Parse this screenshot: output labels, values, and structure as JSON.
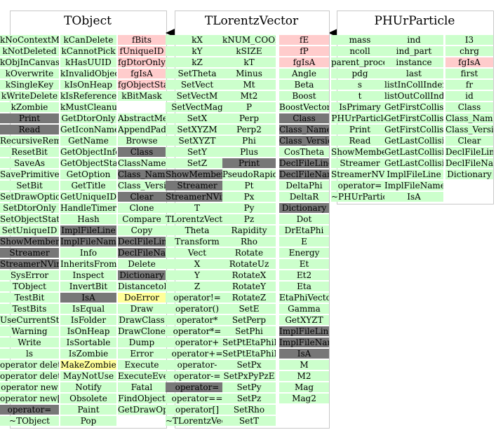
{
  "classes": {
    "tobject": {
      "title": "TObject",
      "col1": [
        [
          "kNoContextMenu",
          "g"
        ],
        [
          "kNotDeleted",
          "g"
        ],
        [
          "kObjInCanvas",
          "g"
        ],
        [
          "kOverwrite",
          "g"
        ],
        [
          "kSingleKey",
          "g"
        ],
        [
          "kWriteDelete",
          "g"
        ],
        [
          "kZombie",
          "g"
        ],
        [
          "Print",
          "d"
        ],
        [
          "Read",
          "d"
        ],
        [
          "RecursiveRemove",
          "g"
        ],
        [
          "ResetBit",
          "g"
        ],
        [
          "SaveAs",
          "g"
        ],
        [
          "SavePrimitive",
          "g"
        ],
        [
          "SetBit",
          "g"
        ],
        [
          "SetDrawOption",
          "g"
        ],
        [
          "SetDtorOnly",
          "g"
        ],
        [
          "SetObjectStat",
          "g"
        ],
        [
          "SetUniqueID",
          "g"
        ],
        [
          "ShowMembers",
          "d"
        ],
        [
          "Streamer",
          "d"
        ],
        [
          "StreamerNVirtual",
          "d"
        ],
        [
          "SysError",
          "g"
        ],
        [
          "TObject",
          "g"
        ],
        [
          "TestBit",
          "g"
        ],
        [
          "TestBits",
          "g"
        ],
        [
          "UseCurrentStyle",
          "g"
        ],
        [
          "Warning",
          "g"
        ],
        [
          "Write",
          "g"
        ],
        [
          "ls",
          "g"
        ],
        [
          "operator delete",
          "g"
        ],
        [
          "operator delete[]",
          "g"
        ],
        [
          "operator new",
          "g"
        ],
        [
          "operator new[]",
          "g"
        ],
        [
          "operator=",
          "d"
        ],
        [
          "~TObject",
          "g"
        ]
      ],
      "col2": [
        [
          "kCanDelete",
          "g"
        ],
        [
          "kCannotPick",
          "g"
        ],
        [
          "kHasUUID",
          "g"
        ],
        [
          "kInvalidObject",
          "g"
        ],
        [
          "kIsOnHeap",
          "g"
        ],
        [
          "kIsReferenced",
          "g"
        ],
        [
          "kMustCleanup",
          "g"
        ],
        [
          "GetDtorOnly",
          "g"
        ],
        [
          "GetIconName",
          "g"
        ],
        [
          "GetName",
          "g"
        ],
        [
          "GetObjectInfo",
          "g"
        ],
        [
          "GetObjectStat",
          "g"
        ],
        [
          "GetOption",
          "g"
        ],
        [
          "GetTitle",
          "g"
        ],
        [
          "GetUniqueID",
          "g"
        ],
        [
          "HandleTimer",
          "g"
        ],
        [
          "Hash",
          "g"
        ],
        [
          "ImplFileLine",
          "d"
        ],
        [
          "ImplFileName",
          "d"
        ],
        [
          "Info",
          "g"
        ],
        [
          "InheritsFrom",
          "g"
        ],
        [
          "Inspect",
          "g"
        ],
        [
          "InvertBit",
          "g"
        ],
        [
          "IsA",
          "d"
        ],
        [
          "IsEqual",
          "g"
        ],
        [
          "IsFolder",
          "g"
        ],
        [
          "IsOnHeap",
          "g"
        ],
        [
          "IsSortable",
          "g"
        ],
        [
          "IsZombie",
          "g"
        ],
        [
          "MakeZombie",
          "y"
        ],
        [
          "MayNotUse",
          "g"
        ],
        [
          "Notify",
          "g"
        ],
        [
          "Obsolete",
          "g"
        ],
        [
          "Paint",
          "g"
        ],
        [
          "Pop",
          "g"
        ]
      ],
      "col3": [
        [
          "fBits",
          "p"
        ],
        [
          "fUniqueID",
          "p"
        ],
        [
          "fgDtorOnly",
          "p"
        ],
        [
          "fgIsA",
          "p"
        ],
        [
          "fgObjectStat",
          "p"
        ],
        [
          "kBitMask",
          "g"
        ],
        [
          "",
          "w"
        ],
        [
          "AbstractMethod",
          "g"
        ],
        [
          "AppendPad",
          "g"
        ],
        [
          "Browse",
          "g"
        ],
        [
          "Class",
          "d"
        ],
        [
          "ClassName",
          "g"
        ],
        [
          "Class_Name",
          "d"
        ],
        [
          "Class_Version",
          "g"
        ],
        [
          "Clear",
          "d"
        ],
        [
          "Clone",
          "g"
        ],
        [
          "Compare",
          "g"
        ],
        [
          "Copy",
          "g"
        ],
        [
          "DeclFileLine",
          "d"
        ],
        [
          "DeclFileName",
          "d"
        ],
        [
          "Delete",
          "g"
        ],
        [
          "Dictionary",
          "d"
        ],
        [
          "DistancetoPrimitive",
          "g"
        ],
        [
          "DoError",
          "y"
        ],
        [
          "Draw",
          "g"
        ],
        [
          "DrawClass",
          "g"
        ],
        [
          "DrawClone",
          "g"
        ],
        [
          "Dump",
          "g"
        ],
        [
          "Error",
          "g"
        ],
        [
          "Execute",
          "g"
        ],
        [
          "ExecuteEvent",
          "g"
        ],
        [
          "Fatal",
          "g"
        ],
        [
          "FindObject",
          "g"
        ],
        [
          "GetDrawOption",
          "g"
        ]
      ]
    },
    "tlorentz": {
      "title": "TLorentzVector",
      "col1": [
        [
          "kX",
          "g"
        ],
        [
          "kY",
          "g"
        ],
        [
          "kZ",
          "g"
        ],
        [
          "SetTheta",
          "g"
        ],
        [
          "SetVect",
          "g"
        ],
        [
          "SetVectM",
          "g"
        ],
        [
          "SetVectMag",
          "g"
        ],
        [
          "SetX",
          "g"
        ],
        [
          "SetXYZM",
          "g"
        ],
        [
          "SetXYZT",
          "g"
        ],
        [
          "SetY",
          "g"
        ],
        [
          "SetZ",
          "g"
        ],
        [
          "ShowMembers",
          "d"
        ],
        [
          "Streamer",
          "d"
        ],
        [
          "StreamerNVirtual",
          "d"
        ],
        [
          "T",
          "g"
        ],
        [
          "TLorentzVector",
          "g"
        ],
        [
          "Theta",
          "g"
        ],
        [
          "Transform",
          "g"
        ],
        [
          "Vect",
          "g"
        ],
        [
          "X",
          "g"
        ],
        [
          "Y",
          "g"
        ],
        [
          "Z",
          "g"
        ],
        [
          "operator!=",
          "g"
        ],
        [
          "operator()",
          "g"
        ],
        [
          "operator*",
          "g"
        ],
        [
          "operator*=",
          "g"
        ],
        [
          "operator+",
          "g"
        ],
        [
          "operator+=",
          "g"
        ],
        [
          "operator-",
          "g"
        ],
        [
          "operator-=",
          "g"
        ],
        [
          "operator=",
          "d"
        ],
        [
          "operator==",
          "g"
        ],
        [
          "operator[]",
          "g"
        ],
        [
          "~TLorentzVector",
          "g"
        ]
      ],
      "col2": [
        [
          "kNUM_COORDINATES",
          "g"
        ],
        [
          "kSIZE",
          "g"
        ],
        [
          "kT",
          "g"
        ],
        [
          "Minus",
          "g"
        ],
        [
          "Mt",
          "g"
        ],
        [
          "Mt2",
          "g"
        ],
        [
          "P",
          "g"
        ],
        [
          "Perp",
          "g"
        ],
        [
          "Perp2",
          "g"
        ],
        [
          "Phi",
          "g"
        ],
        [
          "Plus",
          "g"
        ],
        [
          "Print",
          "d"
        ],
        [
          "PseudoRapidity",
          "g"
        ],
        [
          "Pt",
          "g"
        ],
        [
          "Px",
          "g"
        ],
        [
          "Py",
          "g"
        ],
        [
          "Pz",
          "g"
        ],
        [
          "Rapidity",
          "g"
        ],
        [
          "Rho",
          "g"
        ],
        [
          "Rotate",
          "g"
        ],
        [
          "RotateUz",
          "g"
        ],
        [
          "RotateX",
          "g"
        ],
        [
          "RotateY",
          "g"
        ],
        [
          "RotateZ",
          "g"
        ],
        [
          "SetE",
          "g"
        ],
        [
          "SetPerp",
          "g"
        ],
        [
          "SetPhi",
          "g"
        ],
        [
          "SetPtEtaPhiE",
          "g"
        ],
        [
          "SetPtEtaPhiM",
          "g"
        ],
        [
          "SetPx",
          "g"
        ],
        [
          "SetPxPyPzE",
          "g"
        ],
        [
          "SetPy",
          "g"
        ],
        [
          "SetPz",
          "g"
        ],
        [
          "SetRho",
          "g"
        ],
        [
          "SetT",
          "g"
        ]
      ],
      "col3": [
        [
          "fE",
          "p"
        ],
        [
          "fP",
          "p"
        ],
        [
          "fgIsA",
          "p"
        ],
        [
          "Angle",
          "g"
        ],
        [
          "Beta",
          "g"
        ],
        [
          "Boost",
          "g"
        ],
        [
          "BoostVector",
          "g"
        ],
        [
          "Class",
          "d"
        ],
        [
          "Class_Name",
          "d"
        ],
        [
          "Class_Version",
          "d"
        ],
        [
          "CosTheta",
          "g"
        ],
        [
          "DeclFileLine",
          "d"
        ],
        [
          "DeclFileName",
          "d"
        ],
        [
          "DeltaPhi",
          "g"
        ],
        [
          "DeltaR",
          "g"
        ],
        [
          "Dictionary",
          "d"
        ],
        [
          "Dot",
          "g"
        ],
        [
          "DrEtaPhi",
          "g"
        ],
        [
          "E",
          "g"
        ],
        [
          "Energy",
          "g"
        ],
        [
          "Et",
          "g"
        ],
        [
          "Et2",
          "g"
        ],
        [
          "Eta",
          "g"
        ],
        [
          "EtaPhiVector",
          "g"
        ],
        [
          "Gamma",
          "g"
        ],
        [
          "GetXYZT",
          "g"
        ],
        [
          "ImplFileLine",
          "d"
        ],
        [
          "ImplFileName",
          "d"
        ],
        [
          "IsA",
          "d"
        ],
        [
          "M",
          "g"
        ],
        [
          "M2",
          "g"
        ],
        [
          "Mag",
          "g"
        ],
        [
          "Mag2",
          "g"
        ]
      ]
    },
    "phur": {
      "title": "PHUrParticle",
      "col1": [
        [
          "mass",
          "g"
        ],
        [
          "ncoll",
          "g"
        ],
        [
          "parent_process",
          "g"
        ],
        [
          "pdg",
          "g"
        ],
        [
          "s",
          "g"
        ],
        [
          "t",
          "g"
        ],
        [
          "IsPrimary",
          "g"
        ],
        [
          "PHUrParticle",
          "g"
        ],
        [
          "Print",
          "g"
        ],
        [
          "Read",
          "g"
        ],
        [
          "ShowMembers",
          "g"
        ],
        [
          "Streamer",
          "g"
        ],
        [
          "StreamerNVirtual",
          "g"
        ],
        [
          "operator=",
          "g"
        ],
        [
          "~PHUrParticle",
          "g"
        ]
      ],
      "col2": [
        [
          "ind",
          "g"
        ],
        [
          "ind_part",
          "g"
        ],
        [
          "instance",
          "g"
        ],
        [
          "last",
          "g"
        ],
        [
          "listInCollIndex",
          "g"
        ],
        [
          "listOutCollIndex",
          "g"
        ],
        [
          "GetFirstCollision",
          "g"
        ],
        [
          "GetFirstCollisionInput",
          "g"
        ],
        [
          "GetFirstCollisionOutput",
          "g"
        ],
        [
          "GetLastCollision",
          "g"
        ],
        [
          "GetLastCollisionInput",
          "g"
        ],
        [
          "GetLastCollisionOutput",
          "g"
        ],
        [
          "ImplFileLine",
          "g"
        ],
        [
          "ImplFileName",
          "g"
        ],
        [
          "IsA",
          "g"
        ]
      ],
      "col3": [
        [
          "I3",
          "g"
        ],
        [
          "chrg",
          "g"
        ],
        [
          "fgIsA",
          "p"
        ],
        [
          "first",
          "g"
        ],
        [
          "fr",
          "g"
        ],
        [
          "id",
          "g"
        ],
        [
          "Class",
          "g"
        ],
        [
          "Class_Name",
          "g"
        ],
        [
          "Class_Version",
          "g"
        ],
        [
          "Clear",
          "g"
        ],
        [
          "DeclFileLine",
          "g"
        ],
        [
          "DeclFileName",
          "g"
        ],
        [
          "Dictionary",
          "g"
        ]
      ]
    }
  }
}
